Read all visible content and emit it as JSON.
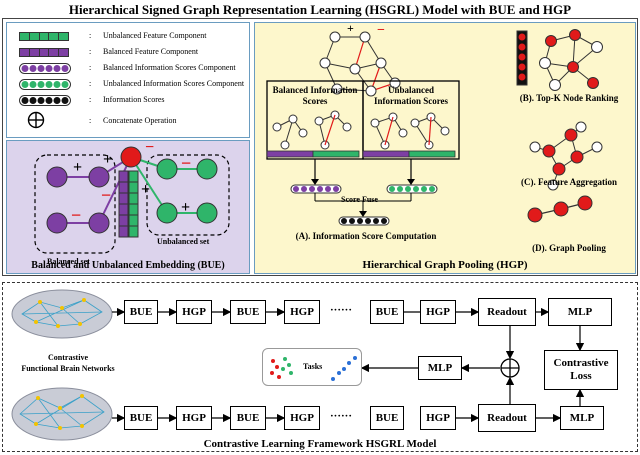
{
  "title": "Hierarchical Signed Graph Representation Learning (HSGRL) Model with BUE and HGP",
  "legend": {
    "items": [
      {
        "label": "Unbalanced Feature Component",
        "fill": "#2fb56a"
      },
      {
        "label": "Balanced Feature Component",
        "fill": "#7d3fa3"
      },
      {
        "label": "Balanced Information Scores Component",
        "fill": "#7d3fa3",
        "dots": true
      },
      {
        "label": "Unbalanced Information Scores Component",
        "fill": "#2fb56a",
        "dots": true
      },
      {
        "label": "Information Scores",
        "fill": "#111111",
        "dots": true
      }
    ],
    "concat_label": "Concatenate Operation",
    "colon": ":"
  },
  "bue": {
    "balanced_set": "Balanced set",
    "unbalanced_set": "Unbalanced set",
    "caption": "Balanced and Unbalanced Embedding (BUE)",
    "plus": "+",
    "minus": "−"
  },
  "hgp": {
    "balanced_scores": "Balanced Information Scores",
    "unbalanced_scores": "Unbalanced Information Scores",
    "score_fuse": "Score Fuse",
    "step_a": "(A). Information Score Computation",
    "step_b": "(B). Top-K Node Ranking",
    "step_c": "(C). Feature Aggregation",
    "step_d": "(D). Graph Pooling",
    "caption": "Hierarchical Graph Pooling (HGP)"
  },
  "framework": {
    "brain_label_1": "Contrastive",
    "brain_label_2": "Functional Brain Networks",
    "blocks": {
      "bue": "BUE",
      "hgp": "HGP",
      "readout": "Readout",
      "mlp": "MLP",
      "contrastive": "Contrastive Loss"
    },
    "ellipsis": "······",
    "tasks": "Tasks",
    "caption": "Contrastive Learning Framework HSGRL Model",
    "concat_symbol": "⊕"
  },
  "colors": {
    "purple": "#7d3fa3",
    "green": "#2fb56a",
    "red": "#e11a1a",
    "panel_lavender": "#dcd3ec",
    "panel_yellow": "#fdf7cc"
  }
}
